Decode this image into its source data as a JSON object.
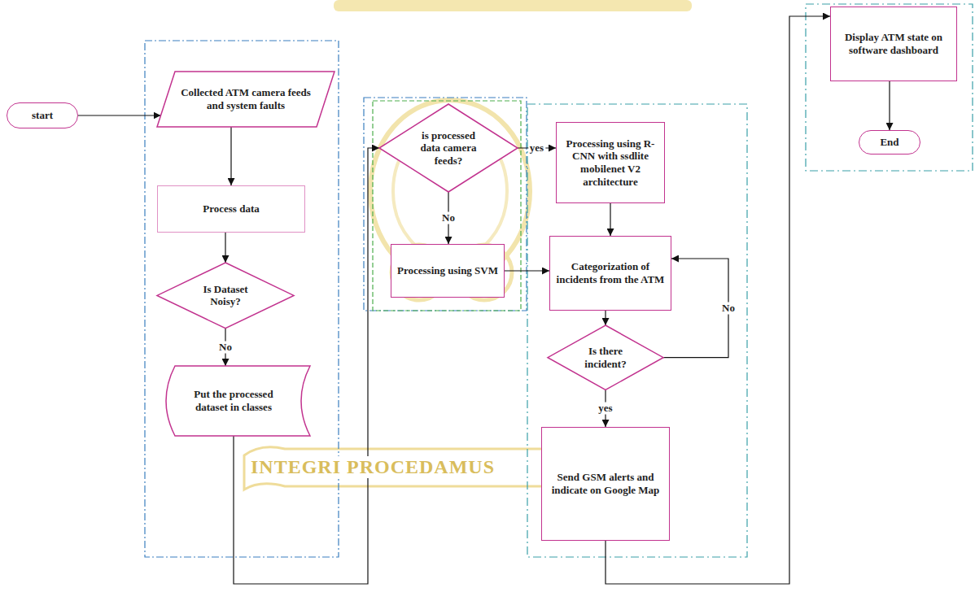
{
  "diagram": {
    "nodes": [
      {
        "text": [
          "start"
        ]
      },
      {
        "text": [
          "Collected ATM camera feeds and system faults"
        ]
      },
      {
        "text": [
          "Process data"
        ]
      },
      {
        "text": [
          "Is Dataset Noisy?"
        ]
      },
      {
        "text": [
          "Put the processed dataset in classes"
        ]
      },
      {
        "text": [
          "is processed data camera feeds?"
        ]
      },
      {
        "text": [
          "Processing using SVM"
        ]
      },
      {
        "text": [
          "Processing using R-CNN with ssdlite mobilenet V2 architecture"
        ]
      },
      {
        "text": [
          "Categorization of incidents from the ATM"
        ]
      },
      {
        "text": [
          "Is there incident?"
        ]
      },
      {
        "text": [
          "Send GSM alerts and indicate on Google Map"
        ]
      },
      {
        "text": [
          "Display ATM state on software dashboard"
        ]
      },
      {
        "text": [
          "End"
        ]
      }
    ],
    "edges": [
      {
        "from": 0,
        "to": 1,
        "arrow": "to"
      },
      {
        "from": 1,
        "to": 2,
        "arrow": "to"
      },
      {
        "from": 2,
        "to": 3,
        "arrow": "to"
      },
      {
        "from": 3,
        "to": 4,
        "label": "No",
        "arrow": "to"
      },
      {
        "from": 4,
        "to": 5,
        "arrow": "to"
      },
      {
        "from": 5,
        "to": 7,
        "label": "yes",
        "arrow": "to"
      },
      {
        "from": 5,
        "to": 6,
        "label": "No",
        "arrow": "to"
      },
      {
        "from": 6,
        "to": 8,
        "arrow": "to"
      },
      {
        "from": 7,
        "to": 8,
        "arrow": "to"
      },
      {
        "from": 8,
        "to": 9,
        "arrow": "to"
      },
      {
        "from": 9,
        "to": 8,
        "label": "No",
        "arrow": "to"
      },
      {
        "from": 9,
        "to": 10,
        "label": "yes",
        "arrow": "to"
      },
      {
        "from": 10,
        "to": 11,
        "arrow": "to"
      },
      {
        "from": 11,
        "to": 12,
        "arrow": "to"
      }
    ],
    "labels": [
      "INTEGRI PROCEDAMUS"
    ]
  }
}
